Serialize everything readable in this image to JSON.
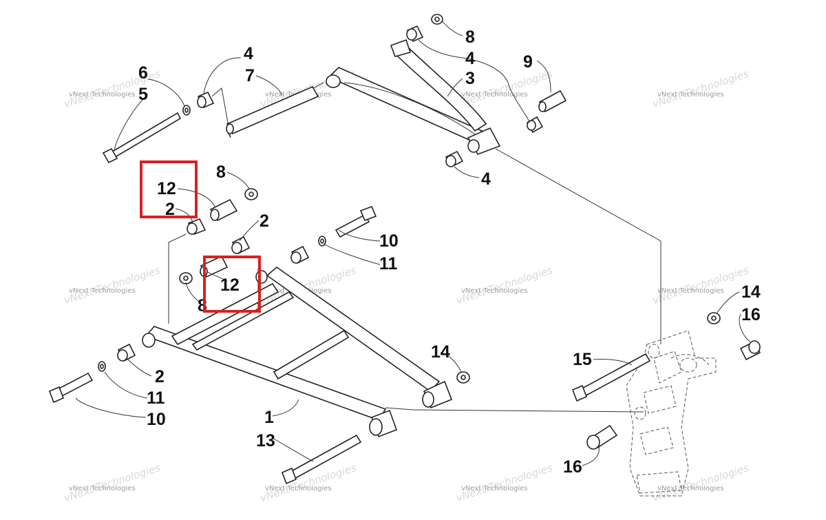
{
  "callouts": [
    {
      "id": "c8a",
      "text": "8"
    },
    {
      "id": "c4a",
      "text": "4"
    },
    {
      "id": "c3",
      "text": "3"
    },
    {
      "id": "c9",
      "text": "9"
    },
    {
      "id": "c4b",
      "text": "4"
    },
    {
      "id": "c4c",
      "text": "4"
    },
    {
      "id": "c6",
      "text": "6"
    },
    {
      "id": "c5",
      "text": "5"
    },
    {
      "id": "c7",
      "text": "7"
    },
    {
      "id": "c8b",
      "text": "8"
    },
    {
      "id": "c12a",
      "text": "12"
    },
    {
      "id": "c2a",
      "text": "2"
    },
    {
      "id": "c2b",
      "text": "2"
    },
    {
      "id": "c10a",
      "text": "10"
    },
    {
      "id": "c11a",
      "text": "11"
    },
    {
      "id": "c12b",
      "text": "12"
    },
    {
      "id": "c8c",
      "text": "8"
    },
    {
      "id": "c14a",
      "text": "14"
    },
    {
      "id": "c2c",
      "text": "2"
    },
    {
      "id": "c11b",
      "text": "11"
    },
    {
      "id": "c10b",
      "text": "10"
    },
    {
      "id": "c1",
      "text": "1"
    },
    {
      "id": "c13",
      "text": "13"
    },
    {
      "id": "c14b",
      "text": "14"
    },
    {
      "id": "c16a",
      "text": "16"
    },
    {
      "id": "c15",
      "text": "15"
    },
    {
      "id": "c16b",
      "text": "16"
    }
  ],
  "watermark": {
    "line1": "vNext Technologies",
    "line2": "vNext Technologies"
  },
  "highlight_color": "#d92020"
}
